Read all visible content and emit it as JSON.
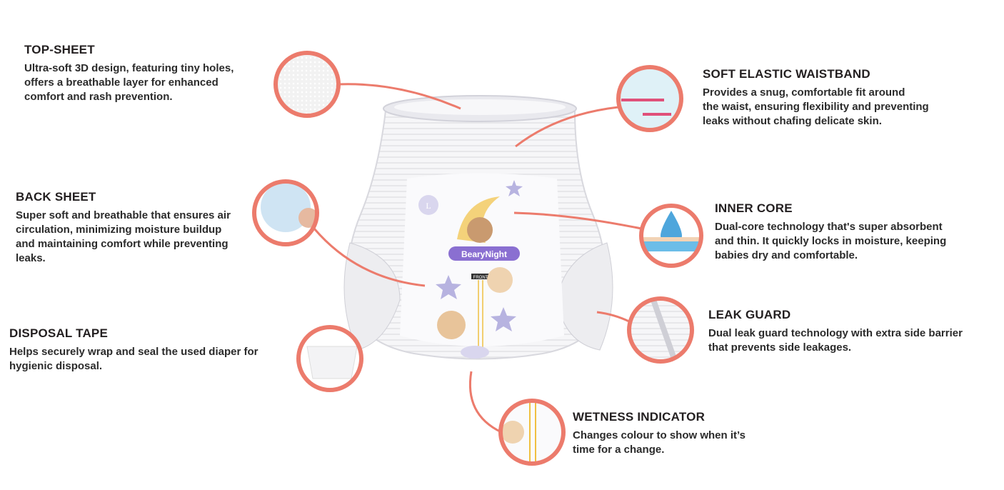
{
  "product": {
    "brand": "BearyNight",
    "size": "L",
    "front_label": "FRONT"
  },
  "features": [
    {
      "id": "top-sheet",
      "title": "TOP-SHEET",
      "lines": [
        "Ultra-soft 3D design, featuring tiny holes,",
        "offers a breathable layer for enhanced",
        "comfort and rash prevention."
      ]
    },
    {
      "id": "back-sheet",
      "title": "BACK SHEET",
      "lines": [
        "Super soft and breathable that ensures air",
        "circulation, minimizing moisture buildup",
        "and maintaining comfort while preventing",
        "leaks."
      ]
    },
    {
      "id": "disposal-tape",
      "title": "DISPOSAL TAPE",
      "lines": [
        "Helps securely wrap and seal the used diaper for",
        "hygienic disposal."
      ]
    },
    {
      "id": "soft-elastic-waistband",
      "title": "SOFT ELASTIC WAISTBAND",
      "lines": [
        "Provides a snug, comfortable fit around",
        "the waist, ensuring flexibility and preventing",
        "leaks without chafing delicate skin."
      ]
    },
    {
      "id": "inner-core",
      "title": "INNER CORE",
      "lines": [
        "Dual-core technology that's super absorbent",
        "and thin. It quickly locks in moisture, keeping",
        "babies dry and comfortable."
      ]
    },
    {
      "id": "leak-guard",
      "title": "LEAK GUARD",
      "lines": [
        "Dual leak guard technology with extra side barrier",
        "that prevents side leakages."
      ]
    },
    {
      "id": "wetness-indicator",
      "title": "WETNESS INDICATOR",
      "lines": [
        "Changes colour to show when it’s",
        "time for a change."
      ]
    }
  ],
  "colors": {
    "accent": "#ec7b6c",
    "text": "#231f20",
    "lilac": "#b7b3e0",
    "moon": "#f4d27a",
    "bear": "#e8c49a"
  }
}
